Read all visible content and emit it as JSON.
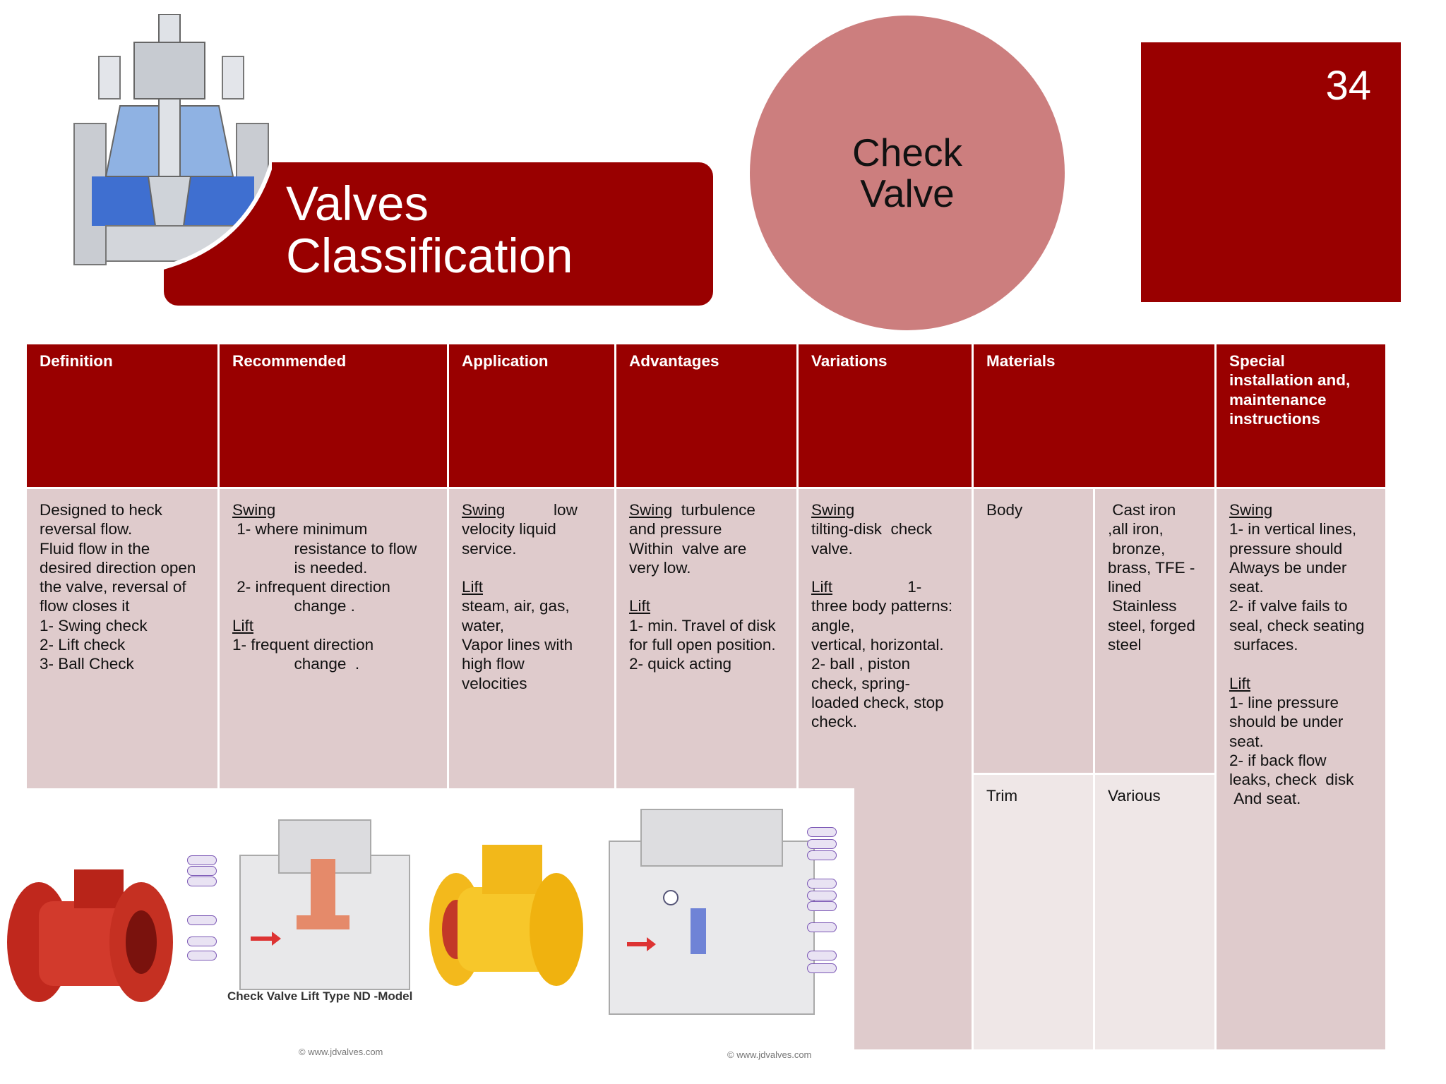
{
  "header": {
    "title": "Valves\nClassification",
    "topic": "Check\nValve",
    "page_number": "34"
  },
  "colors": {
    "primary_red": "#990000",
    "circle_pink": "#cc7e7e",
    "cell_bg": "#dfcbcc",
    "cell_bg_light": "#efe7e7"
  },
  "table": {
    "headers": [
      "Definition",
      "Recommended",
      "Application",
      "Advantages",
      "Variations",
      "Materials",
      "Special installation and, maintenance instructions"
    ],
    "definition": [
      "Designed to heck",
      "reversal flow.",
      "Fluid flow in the",
      "desired direction open",
      "the valve, reversal of",
      "flow closes it",
      "1- Swing check",
      "2- Lift check",
      "3- Ball Check"
    ],
    "recommended": [
      {
        "text": "Swing",
        "underline": true
      },
      {
        "text": " 1- where minimum"
      },
      {
        "text": "              resistance to flow"
      },
      {
        "text": "              is needed."
      },
      {
        "text": " 2- infrequent direction"
      },
      {
        "text": "              change ."
      },
      {
        "text": "Lift",
        "underline": true
      },
      {
        "text": "1- frequent direction"
      },
      {
        "text": "              change  ."
      }
    ],
    "application": [
      {
        "text": "Swing",
        "underline": true,
        "suffix": "           low"
      },
      {
        "text": "velocity liquid"
      },
      {
        "text": "service."
      },
      {
        "text": " "
      },
      {
        "text": "Lift",
        "underline": true
      },
      {
        "text": "steam, air, gas,"
      },
      {
        "text": "water,"
      },
      {
        "text": "Vapor lines with"
      },
      {
        "text": "high flow"
      },
      {
        "text": "velocities"
      }
    ],
    "advantages": [
      {
        "text": "Swing",
        "underline": true,
        "suffix": "  turbulence"
      },
      {
        "text": "and pressure"
      },
      {
        "text": "Within  valve are"
      },
      {
        "text": "very low."
      },
      {
        "text": " "
      },
      {
        "text": "Lift",
        "underline": true
      },
      {
        "text": "1- min. Travel of disk"
      },
      {
        "text": "for full open position."
      },
      {
        "text": "2- quick acting"
      }
    ],
    "variations": [
      {
        "text": "Swing",
        "underline": true
      },
      {
        "text": "tilting-disk  check"
      },
      {
        "text": "valve."
      },
      {
        "text": " "
      },
      {
        "text": "Lift",
        "underline": true,
        "suffix": "                 1-"
      },
      {
        "text": "three body patterns:"
      },
      {
        "text": "angle,"
      },
      {
        "text": "vertical, horizontal."
      },
      {
        "text": "2- ball , piston"
      },
      {
        "text": "check, spring-"
      },
      {
        "text": "loaded check, stop"
      },
      {
        "text": "check."
      }
    ],
    "materials": {
      "body_label": "Body",
      "body_value": [
        " Cast iron",
        ",all iron,",
        " bronze,",
        "brass, TFE -",
        "lined",
        " Stainless",
        "steel, forged",
        "steel"
      ],
      "trim_label": "Trim",
      "trim_value": "Various"
    },
    "special": [
      {
        "text": "Swing",
        "underline": true
      },
      {
        "text": "1- in vertical lines,"
      },
      {
        "text": "pressure should"
      },
      {
        "text": "Always be under"
      },
      {
        "text": "seat."
      },
      {
        "text": "2- if valve fails to"
      },
      {
        "text": "seal, check seating"
      },
      {
        "text": " surfaces."
      },
      {
        "text": " "
      },
      {
        "text": "Lift",
        "underline": true
      },
      {
        "text": "1- line pressure"
      },
      {
        "text": "should be under"
      },
      {
        "text": "seat."
      },
      {
        "text": "2- if back flow"
      },
      {
        "text": "leaks, check  disk"
      },
      {
        "text": " And seat."
      }
    ]
  },
  "photos": {
    "left_caption": "Check Valve Lift Type ND -Model",
    "left_watermark": "© www.jdvalves.com",
    "right_watermark": "© www.jdvalves.com"
  }
}
